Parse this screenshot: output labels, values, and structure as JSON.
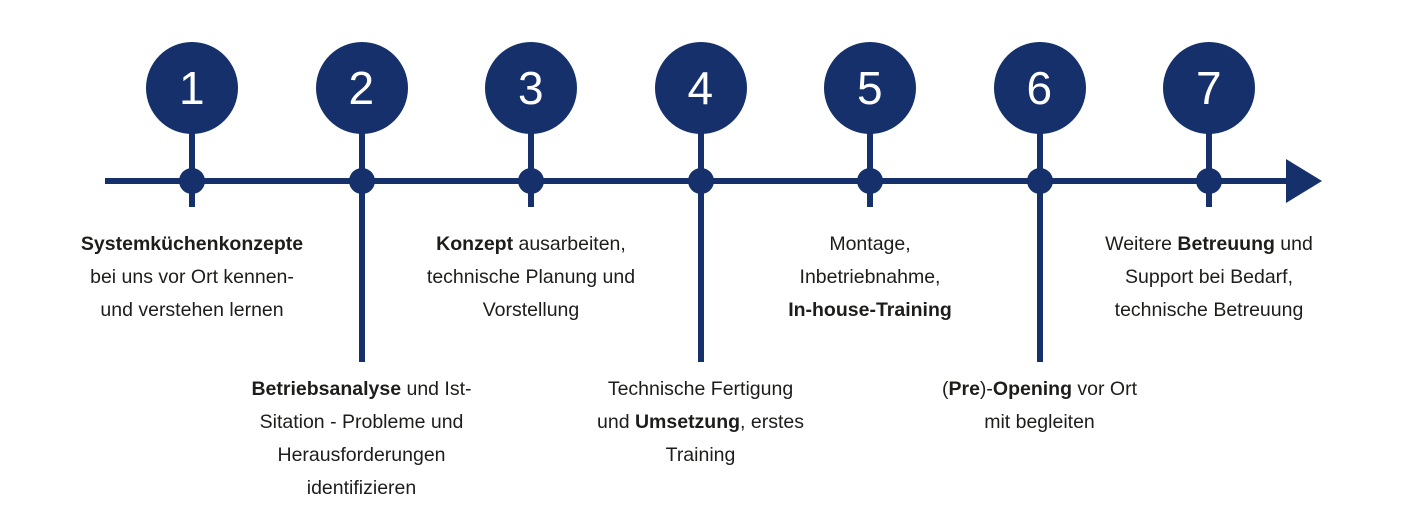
{
  "theme": {
    "accent": "#15306b",
    "text": "#1d1d1b",
    "background": "#ffffff"
  },
  "axis": {
    "arrow_icon": "arrow-right-icon",
    "direction": "left-to-right"
  },
  "steps": [
    {
      "number": "1",
      "position": "above",
      "lines": [
        [
          {
            "text": "Systemküchenkonzepte",
            "bold": true
          }
        ],
        [
          {
            "text": "bei uns vor Ort kennen-",
            "bold": false
          }
        ],
        [
          {
            "text": "und verstehen lernen",
            "bold": false
          }
        ]
      ]
    },
    {
      "number": "2",
      "position": "below",
      "lines": [
        [
          {
            "text": "Betriebsanalyse",
            "bold": true
          },
          {
            "text": " und Ist-",
            "bold": false
          }
        ],
        [
          {
            "text": "Sitation - Probleme und",
            "bold": false
          }
        ],
        [
          {
            "text": "Herausforderungen",
            "bold": false
          }
        ],
        [
          {
            "text": "identifizieren",
            "bold": false
          }
        ]
      ]
    },
    {
      "number": "3",
      "position": "above",
      "lines": [
        [
          {
            "text": "Konzept",
            "bold": true
          },
          {
            "text": " ausarbeiten,",
            "bold": false
          }
        ],
        [
          {
            "text": "technische Planung und",
            "bold": false
          }
        ],
        [
          {
            "text": "Vorstellung",
            "bold": false
          }
        ]
      ]
    },
    {
      "number": "4",
      "position": "below",
      "lines": [
        [
          {
            "text": "Technische Fertigung",
            "bold": false
          }
        ],
        [
          {
            "text": "und ",
            "bold": false
          },
          {
            "text": "Umsetzung",
            "bold": true
          },
          {
            "text": ", erstes",
            "bold": false
          }
        ],
        [
          {
            "text": "Training",
            "bold": false
          }
        ]
      ]
    },
    {
      "number": "5",
      "position": "above",
      "lines": [
        [
          {
            "text": "Montage,",
            "bold": false
          }
        ],
        [
          {
            "text": "Inbetriebnahme,",
            "bold": false
          }
        ],
        [
          {
            "text": "In-house-Training",
            "bold": true
          }
        ]
      ]
    },
    {
      "number": "6",
      "position": "below",
      "lines": [
        [
          {
            "text": "(",
            "bold": false
          },
          {
            "text": "Pre",
            "bold": true
          },
          {
            "text": ")-",
            "bold": false
          },
          {
            "text": "Opening",
            "bold": true
          },
          {
            "text": " vor Ort",
            "bold": false
          }
        ],
        [
          {
            "text": "mit begleiten",
            "bold": false
          }
        ]
      ]
    },
    {
      "number": "7",
      "position": "above",
      "lines": [
        [
          {
            "text": "Weitere ",
            "bold": false
          },
          {
            "text": "Betreuung",
            "bold": true
          },
          {
            "text": " und",
            "bold": false
          }
        ],
        [
          {
            "text": "Support bei Bedarf,",
            "bold": false
          }
        ],
        [
          {
            "text": "technische Betreuung",
            "bold": false
          }
        ]
      ]
    }
  ]
}
